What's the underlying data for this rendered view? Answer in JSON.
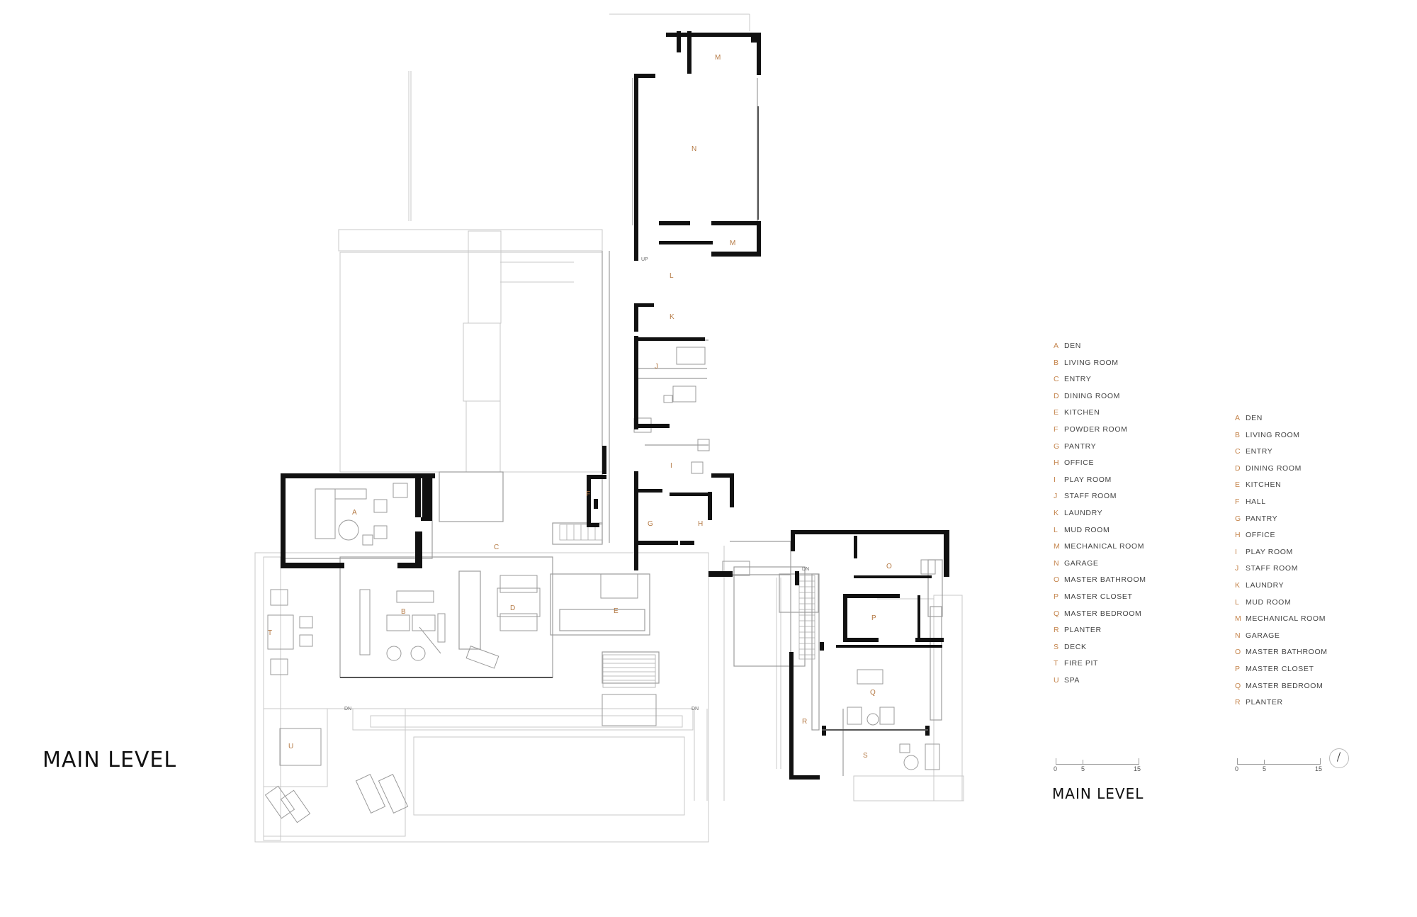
{
  "titles": {
    "main": "MAIN LEVEL",
    "secondary": "MAIN LEVEL"
  },
  "legend_primary": [
    {
      "letter": "A",
      "label": "DEN"
    },
    {
      "letter": "B",
      "label": "LIVING ROOM"
    },
    {
      "letter": "C",
      "label": "ENTRY"
    },
    {
      "letter": "D",
      "label": "DINING ROOM"
    },
    {
      "letter": "E",
      "label": "KITCHEN"
    },
    {
      "letter": "F",
      "label": "POWDER ROOM"
    },
    {
      "letter": "G",
      "label": "PANTRY"
    },
    {
      "letter": "H",
      "label": "OFFICE"
    },
    {
      "letter": "I",
      "label": "PLAY ROOM"
    },
    {
      "letter": "J",
      "label": "STAFF ROOM"
    },
    {
      "letter": "K",
      "label": "LAUNDRY"
    },
    {
      "letter": "L",
      "label": "MUD ROOM"
    },
    {
      "letter": "M",
      "label": "MECHANICAL ROOM"
    },
    {
      "letter": "N",
      "label": "GARAGE"
    },
    {
      "letter": "O",
      "label": "MASTER BATHROOM"
    },
    {
      "letter": "P",
      "label": "MASTER CLOSET"
    },
    {
      "letter": "Q",
      "label": "MASTER BEDROOM"
    },
    {
      "letter": "R",
      "label": "PLANTER"
    },
    {
      "letter": "S",
      "label": "DECK"
    },
    {
      "letter": "T",
      "label": "FIRE PIT"
    },
    {
      "letter": "U",
      "label": "SPA"
    }
  ],
  "legend_secondary": [
    {
      "letter": "A",
      "label": "DEN"
    },
    {
      "letter": "B",
      "label": "LIVING ROOM"
    },
    {
      "letter": "C",
      "label": "ENTRY"
    },
    {
      "letter": "D",
      "label": "DINING ROOM"
    },
    {
      "letter": "E",
      "label": "KITCHEN"
    },
    {
      "letter": "F",
      "label": "HALL"
    },
    {
      "letter": "G",
      "label": "PANTRY"
    },
    {
      "letter": "H",
      "label": "OFFICE"
    },
    {
      "letter": "I",
      "label": "PLAY ROOM"
    },
    {
      "letter": "J",
      "label": "STAFF ROOM"
    },
    {
      "letter": "K",
      "label": "LAUNDRY"
    },
    {
      "letter": "L",
      "label": "MUD ROOM"
    },
    {
      "letter": "M",
      "label": "MECHANICAL ROOM"
    },
    {
      "letter": "N",
      "label": "GARAGE"
    },
    {
      "letter": "O",
      "label": "MASTER BATHROOM"
    },
    {
      "letter": "P",
      "label": "MASTER CLOSET"
    },
    {
      "letter": "Q",
      "label": "MASTER BEDROOM"
    },
    {
      "letter": "R",
      "label": "PLANTER"
    }
  ],
  "scale_bar": {
    "ticks": [
      "0",
      "5",
      "15"
    ]
  },
  "stair_notes": {
    "up": "UP",
    "down": "DN"
  },
  "room_tags": {
    "A": "A",
    "B": "B",
    "C": "C",
    "D": "D",
    "E": "E",
    "F": "F",
    "G": "G",
    "H": "H",
    "I": "I",
    "J": "J",
    "K": "K",
    "L": "L",
    "M": "M",
    "N": "N",
    "O": "O",
    "P": "P",
    "Q": "Q",
    "R": "R",
    "S": "S",
    "T": "T",
    "U": "U"
  },
  "colors": {
    "wall": "#111111",
    "thin_line": "#bdbdbd",
    "furniture": "#9a9a9a",
    "room_letter": "#b57a45",
    "legend_text": "#444444"
  },
  "icons": [
    "north-arrow-icon"
  ]
}
